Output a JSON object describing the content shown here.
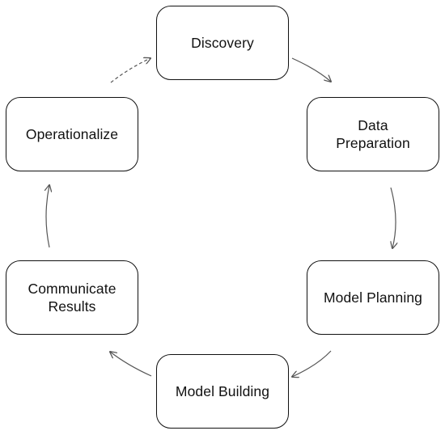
{
  "diagram": {
    "type": "cycle",
    "nodes": [
      {
        "id": "discovery",
        "label": "Discovery"
      },
      {
        "id": "data_preparation",
        "label": "Data\nPreparation"
      },
      {
        "id": "model_planning",
        "label": "Model Planning"
      },
      {
        "id": "model_building",
        "label": "Model Building"
      },
      {
        "id": "communicate_results",
        "label": "Communicate\nResults"
      },
      {
        "id": "operationalize",
        "label": "Operationalize"
      }
    ],
    "edges": [
      {
        "from": "discovery",
        "to": "data_preparation",
        "style": "solid"
      },
      {
        "from": "data_preparation",
        "to": "model_planning",
        "style": "solid"
      },
      {
        "from": "model_planning",
        "to": "model_building",
        "style": "solid"
      },
      {
        "from": "model_building",
        "to": "communicate_results",
        "style": "solid"
      },
      {
        "from": "communicate_results",
        "to": "operationalize",
        "style": "solid"
      },
      {
        "from": "operationalize",
        "to": "discovery",
        "style": "dashed"
      }
    ],
    "colors": {
      "stroke": "#111111",
      "arrow": "#555555",
      "background": "#ffffff"
    }
  }
}
